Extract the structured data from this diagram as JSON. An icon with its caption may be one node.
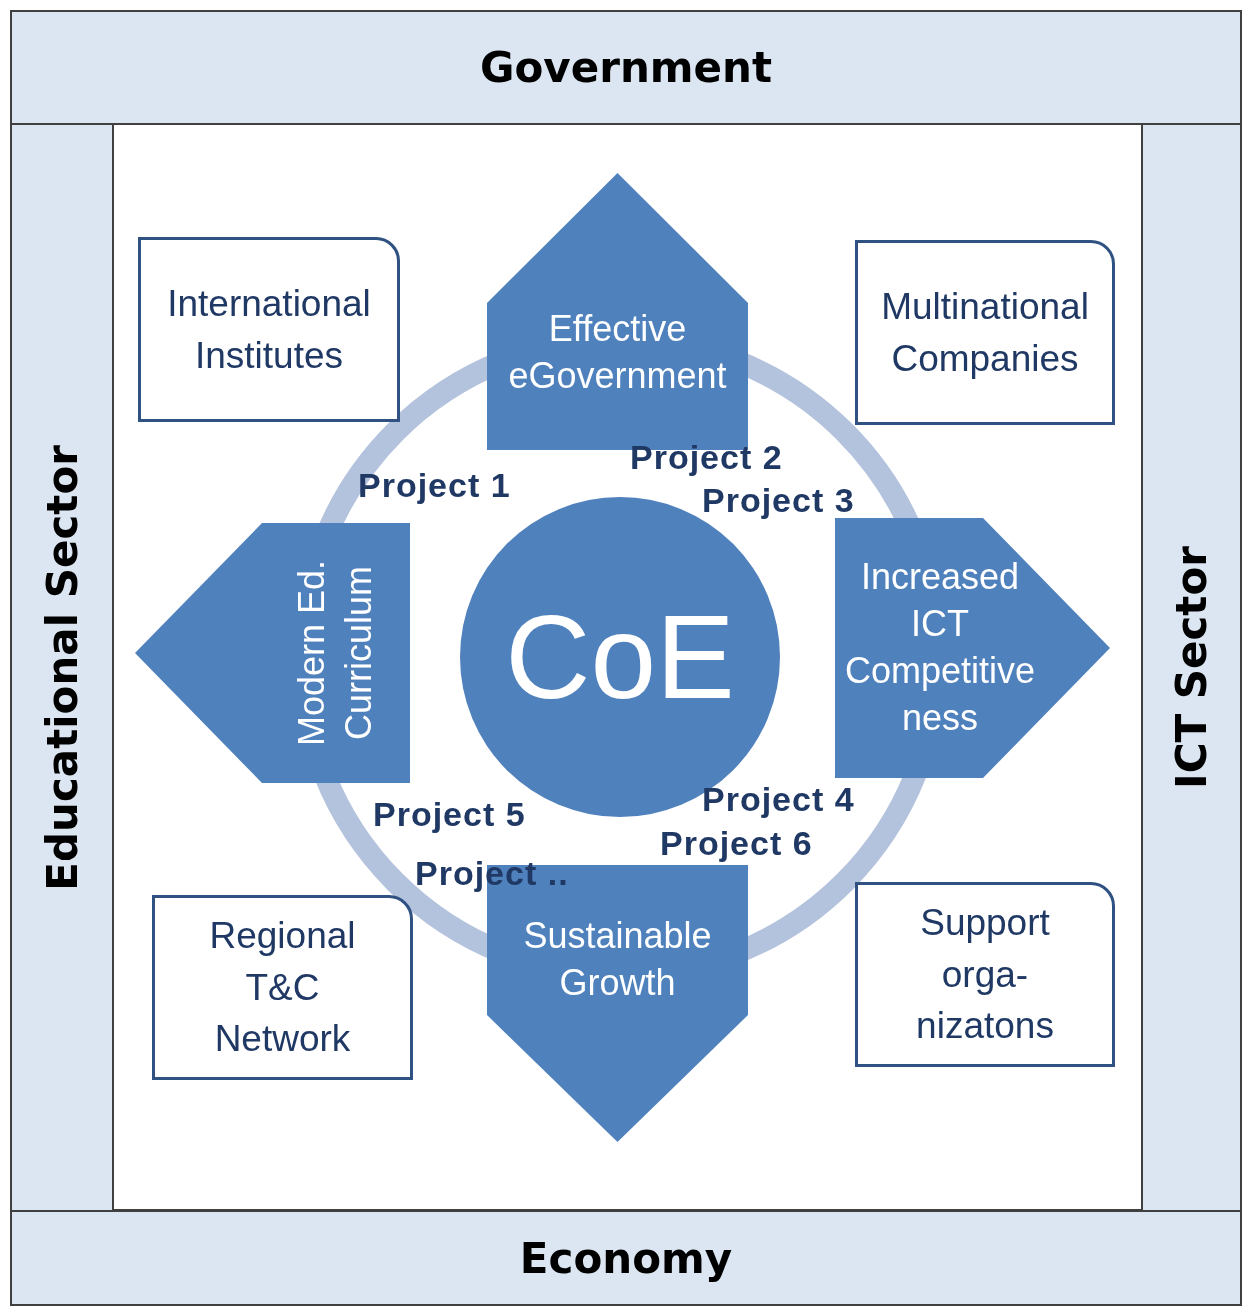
{
  "diagram": {
    "nodes": [
      {
        "text": [
          "Government"
        ]
      },
      {
        "text": [
          "Educational Sector"
        ]
      },
      {
        "text": [
          "ICT Sector"
        ]
      },
      {
        "text": [
          "International Institutes"
        ]
      },
      {
        "text": [
          "Effective eGovernment"
        ]
      },
      {
        "text": [
          "Multinational Companies"
        ]
      },
      {
        "text": [
          "Modern Ed. Curriculum"
        ]
      },
      {
        "text": [
          "CoE"
        ]
      },
      {
        "text": [
          "Increased ICT Competitive ness"
        ]
      },
      {
        "text": [
          "Regional T&C Network"
        ]
      },
      {
        "text": [
          "Sustainable Growth"
        ]
      },
      {
        "text": [
          "Support orga- nizatons"
        ]
      },
      {
        "text": [
          "Economy"
        ]
      }
    ],
    "labels": [
      "Project 2",
      "Project 1",
      "Project 3",
      "Project 4",
      "Project 5",
      "Project 6",
      "Project .."
    ]
  }
}
